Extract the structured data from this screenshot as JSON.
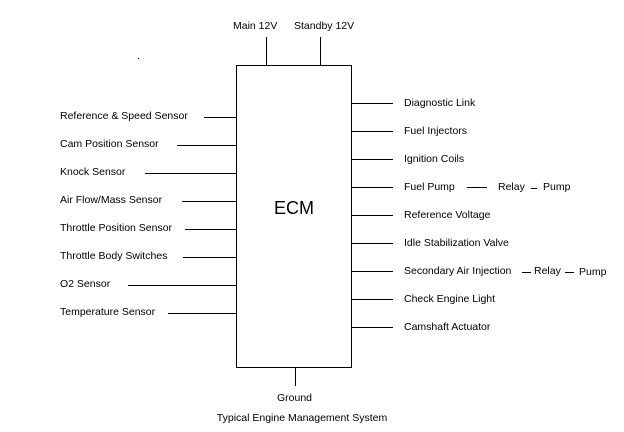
{
  "diagram": {
    "title": "Typical Engine Management System",
    "central_unit": "ECM",
    "power_inputs": [
      "Main 12V",
      "Standby 12V"
    ],
    "ground": "Ground",
    "inputs": [
      "Reference & Speed Sensor",
      "Cam Position Sensor",
      "Knock Sensor",
      "Air Flow/Mass Sensor",
      "Throttle Position Sensor",
      "Throttle Body Switches",
      "O2 Sensor",
      "Temperature Sensor"
    ],
    "outputs": [
      {
        "label": "Diagnostic Link"
      },
      {
        "label": "Fuel Injectors"
      },
      {
        "label": "Ignition Coils"
      },
      {
        "label": "Fuel Pump",
        "chain": [
          "Relay",
          "Pump"
        ]
      },
      {
        "label": "Reference Voltage"
      },
      {
        "label": "Idle Stabilization Valve"
      },
      {
        "label": "Secondary Air Injection",
        "chain": [
          "Relay",
          "Pump"
        ]
      },
      {
        "label": "Check Engine Light"
      },
      {
        "label": "Camshaft Actuator"
      }
    ],
    "colors": {
      "line": "#000000",
      "background": "#ffffff",
      "text": "#000000"
    }
  }
}
